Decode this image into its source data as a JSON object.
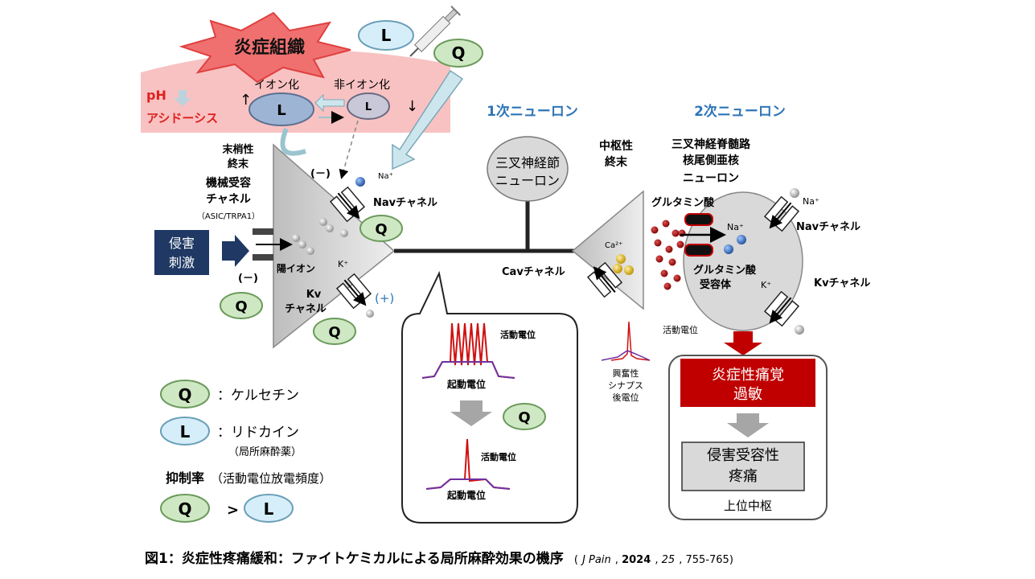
{
  "title": {
    "main": "図1：炎症性疼痛緩和：ファイトケミカルによる局所麻酔効果の機序",
    "citation_open": "(",
    "citation_journal": "J Pain",
    "citation_sep1": ", ",
    "citation_year": "2024",
    "citation_sep2": ", ",
    "citation_volume": "25",
    "citation_pages": ", 755-765)"
  },
  "inflamed_tissue": {
    "label": "炎症組織",
    "ionized_label": "イオン化",
    "nonionized_label": "非イオン化",
    "up_arrow": "↑",
    "down_arrow": "↓",
    "ph_label": "pH",
    "acidosis_label": "アシドーシス",
    "ionized_drug": "L",
    "nonionized_drug": "L"
  },
  "drugs": {
    "lidocaine_top": "L",
    "quercetin_top": "Q"
  },
  "primary_neuron": {
    "heading": "1次ニューロン",
    "ganglion_line1": "三叉神経節",
    "ganglion_line2": "ニューロン",
    "peripheral_terminal_line1": "末梢性",
    "peripheral_terminal_line2": "終末",
    "mechano_line1": "機械受容",
    "mechano_line2": "チャネル",
    "mechano_line3": "（ASIC/TRPA1）",
    "inhibit_top": "(－)",
    "inhibit_left": "(－)",
    "enhance": "(+)",
    "na_label": "Na⁺",
    "k_label": "K⁺",
    "nav_channel": "Navチャネル",
    "kv_line1": "Kv",
    "kv_line2": "チャネル",
    "cation_label": "陽イオン",
    "q_nav": "Q",
    "q_kv": "Q",
    "q_mechano": "Q"
  },
  "stimulus": {
    "line1": "侵害",
    "line2": "刺激"
  },
  "central_terminal": {
    "line1": "中枢性",
    "line2": "終末",
    "ca_label": "Ca²⁺",
    "cav_channel": "Cavチャネル"
  },
  "secondary_neuron": {
    "heading": "2次ニューロン",
    "name_line1": "三叉神経脊髄路",
    "name_line2": "核尾側亜核",
    "name_line3": "ニューロン",
    "glutamate": "グルタミン酸",
    "glutamate_receptor_line1": "グルタミン酸",
    "glutamate_receptor_line2": "受容体",
    "na_inner": "Na⁺",
    "na_outer": "Na⁺",
    "k_label": "K⁺",
    "nav_channel": "Navチャネル",
    "kv_channel": "Kvチャネル",
    "action_potential": "活動電位"
  },
  "epsp": {
    "line1": "興奮性",
    "line2": "シナプス",
    "line3": "後電位"
  },
  "inset": {
    "action_potential_top": "活動電位",
    "generator_potential_top": "起動電位",
    "q_label": "Q",
    "action_potential_bottom": "活動電位",
    "generator_potential_bottom": "起動電位"
  },
  "central_box": {
    "hyperalgesia_line1": "炎症性痛覚",
    "hyperalgesia_line2": "過敏",
    "pain_line1": "侵害受容性",
    "pain_line2": "疼痛",
    "higher_center": "上位中枢"
  },
  "legend": {
    "q_symbol": "Q",
    "q_text": "：ケルセチン",
    "l_symbol": "L",
    "l_text": "：リドカイン",
    "l_sub": "（局所麻酔薬）",
    "rate_bold": "抑制率",
    "rate_paren": "（活動電位放電頻度）",
    "compare_left": "Q",
    "compare_op": ">",
    "compare_right": "L"
  },
  "colors": {
    "quercetin_fill": "#cfe8c4",
    "lidocaine_fill": "#d6eefa",
    "inflamed_pink": "#f7b7b7",
    "star_red": "#f07070",
    "acidosis_red": "#e02020",
    "heading_blue": "#2e75b6",
    "stimulus_navy": "#1f3864",
    "hyperalgesia_red": "#c00000",
    "neuron_gray": "#d9d9d9"
  }
}
